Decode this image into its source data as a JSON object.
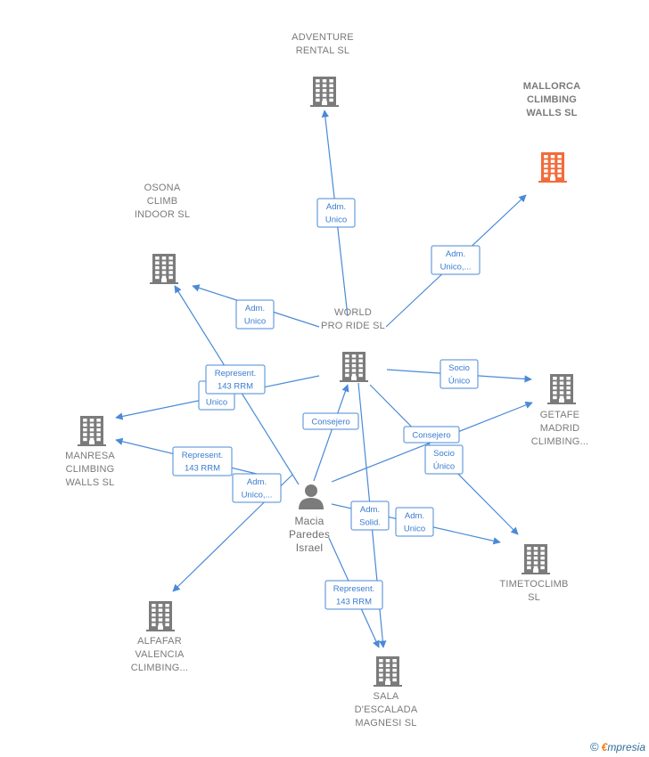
{
  "colors": {
    "edge": "#4a8ad6",
    "building": "#7b7b7b",
    "highlight": "#f26b3a",
    "person": "#7b7b7b"
  },
  "nodes": [
    {
      "id": "world",
      "type": "building",
      "label": [
        "WORLD",
        "PRO RIDE  SL"
      ]
    },
    {
      "id": "adventure",
      "type": "building",
      "label": [
        "ADVENTURE",
        "RENTAL  SL"
      ]
    },
    {
      "id": "mallorca",
      "type": "building-highlight",
      "label": [
        "MALLORCA",
        "CLIMBING",
        "WALLS  SL"
      ]
    },
    {
      "id": "osona",
      "type": "building",
      "label": [
        "OSONA",
        "CLIMB",
        "INDOOR  SL"
      ]
    },
    {
      "id": "getafe",
      "type": "building",
      "label": [
        "GETAFE",
        "MADRID",
        "CLIMBING..."
      ]
    },
    {
      "id": "manresa",
      "type": "building",
      "label": [
        "MANRESA",
        "CLIMBING",
        "WALLS  SL"
      ]
    },
    {
      "id": "timeto",
      "type": "building",
      "label": [
        "TIMETOCLIMB",
        "SL"
      ]
    },
    {
      "id": "alfafar",
      "type": "building",
      "label": [
        "ALFAFAR",
        "VALENCIA",
        "CLIMBING..."
      ]
    },
    {
      "id": "sala",
      "type": "building",
      "label": [
        "SALA",
        "D'ESCALADA",
        "MAGNESI SL"
      ]
    },
    {
      "id": "macia",
      "type": "person",
      "label": [
        "Macia",
        "Paredes",
        "Israel"
      ]
    }
  ],
  "edges": [
    {
      "id": "e1",
      "from": "world",
      "to": "adventure",
      "label": [
        "Adm.",
        "Unico"
      ]
    },
    {
      "id": "e2",
      "from": "world",
      "to": "mallorca",
      "label": [
        "Adm.",
        "Unico,..."
      ]
    },
    {
      "id": "e3",
      "from": "world",
      "to": "osona",
      "label": [
        "Adm.",
        "Unico"
      ]
    },
    {
      "id": "e4",
      "from": "world",
      "to": "getafe",
      "label": [
        "Socio",
        "Único"
      ]
    },
    {
      "id": "e5",
      "from": "world",
      "to": "manresa",
      "label": [
        "Adm.",
        "Unico"
      ]
    },
    {
      "id": "e6",
      "from": "world",
      "to": "timeto",
      "label": [
        "Socio",
        "Único"
      ]
    },
    {
      "id": "e7",
      "from": "world",
      "to": "sala",
      "label": [
        "Adm.",
        "Solid."
      ]
    },
    {
      "id": "e8",
      "from": "macia",
      "to": "osona",
      "label": [
        "Represent.",
        "143 RRM"
      ]
    },
    {
      "id": "e9",
      "from": "macia",
      "to": "manresa",
      "label": [
        "Represent.",
        "143 RRM"
      ]
    },
    {
      "id": "e10",
      "from": "macia",
      "to": "alfafar",
      "label": [
        "Adm.",
        "Unico,..."
      ]
    },
    {
      "id": "e11",
      "from": "macia",
      "to": "world",
      "label": [
        "Consejero"
      ]
    },
    {
      "id": "e12",
      "from": "macia",
      "to": "getafe",
      "label": [
        "Consejero"
      ]
    },
    {
      "id": "e13",
      "from": "macia",
      "to": "timeto",
      "label": [
        "Adm.",
        "Unico"
      ]
    },
    {
      "id": "e14",
      "from": "macia",
      "to": "sala",
      "label": [
        "Represent.",
        "143 RRM"
      ]
    }
  ],
  "footer": {
    "copyright": "©",
    "brand_first": "€",
    "brand_rest": "mpresia"
  }
}
